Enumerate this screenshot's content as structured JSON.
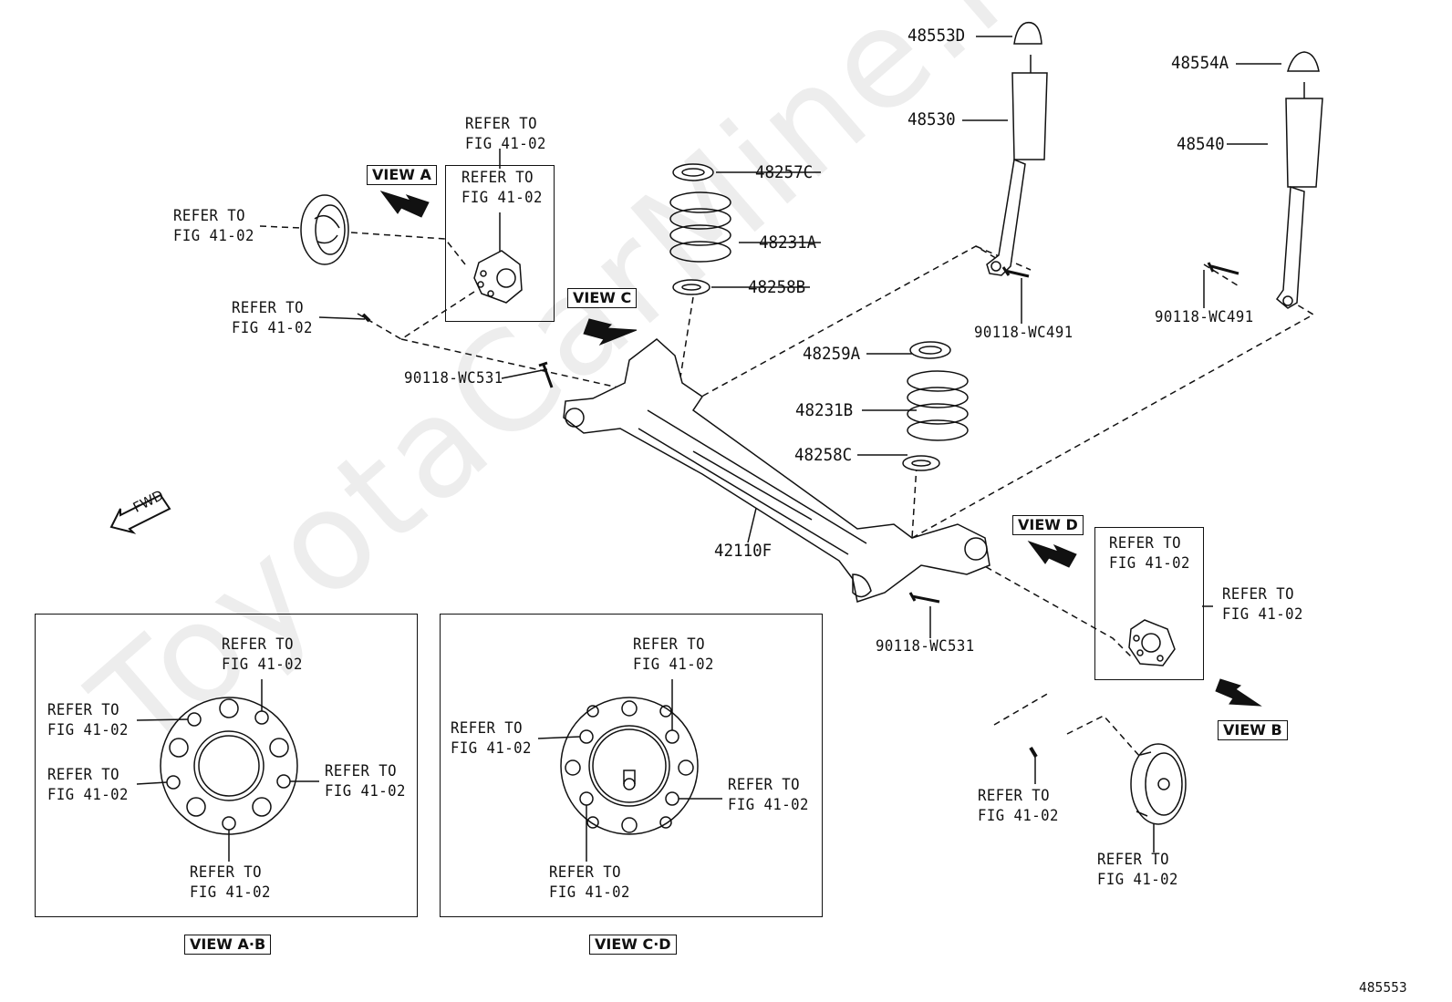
{
  "watermark": "ToyotaCarMine.ru",
  "diagram_id": "485553",
  "fwd_label": "FWD",
  "ref": "REFER TO\nFIG 41-02",
  "views": {
    "a": "VIEW A",
    "b": "VIEW B",
    "c": "VIEW C",
    "d": "VIEW D",
    "ab": "VIEW A·B",
    "cd": "VIEW C·D"
  },
  "parts": {
    "p48553D": "48553D",
    "p48530": "48530",
    "p48554A": "48554A",
    "p48540": "48540",
    "p48257C": "48257C",
    "p48231A": "48231A",
    "p48258B": "48258B",
    "p48259A": "48259A",
    "p48231B": "48231B",
    "p48258C": "48258C",
    "p42110F": "42110F",
    "bolt_wc491_left": "90118-WC491",
    "bolt_wc491_right": "90118-WC491",
    "bolt_wc531_left": "90118-WC531",
    "bolt_wc531_right": "90118-WC531"
  }
}
